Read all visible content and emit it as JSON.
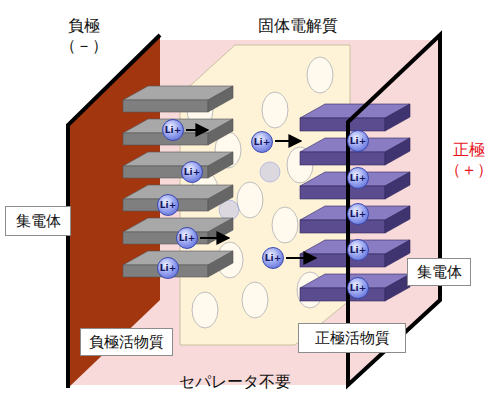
{
  "diagram": {
    "nodes": [
      {
        "text": [
          "Li+"
        ]
      },
      {
        "text": [
          "Li+"
        ]
      },
      {
        "text": [
          "Li+"
        ]
      },
      {
        "text": [
          "Li+"
        ]
      },
      {
        "text": [
          "Li+"
        ]
      },
      {
        "text": [
          "Li+"
        ]
      },
      {
        "text": [
          "Li+"
        ]
      },
      {
        "text": [
          "Li+"
        ]
      },
      {
        "text": [
          "Li+"
        ]
      },
      {
        "text": [
          "Li+"
        ]
      },
      {
        "text": [
          "Li+"
        ]
      },
      {
        "text": [
          "Li+"
        ]
      },
      {
        "text": [
          "集電体"
        ]
      },
      {
        "text": [
          "集電体"
        ]
      },
      {
        "text": [
          "負極活物質"
        ]
      },
      {
        "text": [
          "正極活物質"
        ]
      }
    ],
    "labels": [
      "負極 （－）",
      "固体電解質",
      "正極 （＋）",
      "セパレータ不要"
    ]
  }
}
